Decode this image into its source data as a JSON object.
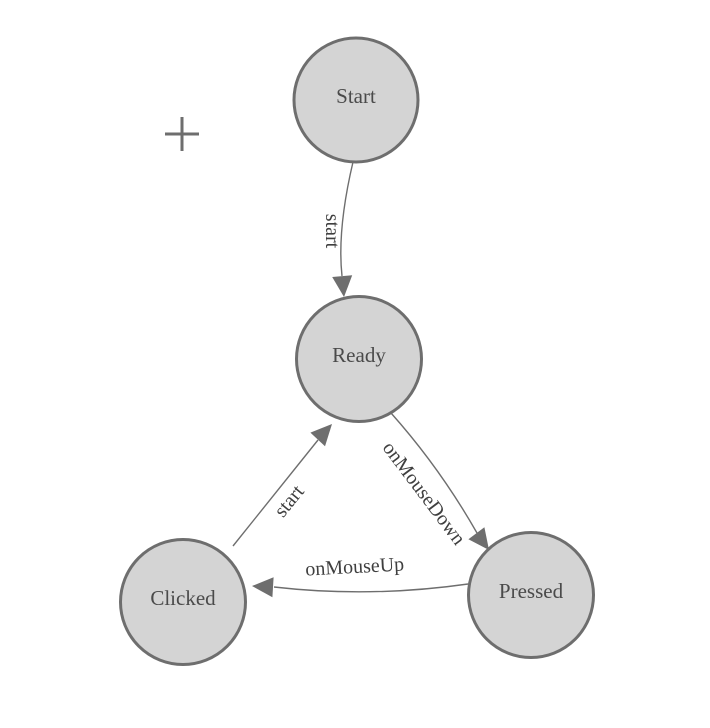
{
  "colors": {
    "canvas_bg": "#ffffff",
    "node_fill": "#d4d4d4",
    "node_stroke": "#6e6e6e",
    "node_label": "#4a4a4a",
    "edge": "#6e6e6e",
    "edge_label": "#3f3f3f",
    "crosshair": "#6e6e6e"
  },
  "nodes": [
    {
      "id": "start",
      "label": "Start"
    },
    {
      "id": "ready",
      "label": "Ready"
    },
    {
      "id": "clicked",
      "label": "Clicked"
    },
    {
      "id": "pressed",
      "label": "Pressed"
    }
  ],
  "edges": [
    {
      "from": "start",
      "to": "ready",
      "label": "start"
    },
    {
      "from": "ready",
      "to": "pressed",
      "label": "onMouseDown"
    },
    {
      "from": "pressed",
      "to": "clicked",
      "label": "onMouseUp"
    },
    {
      "from": "clicked",
      "to": "ready",
      "label": "start"
    }
  ],
  "icons": {
    "crosshair": "plus-crosshair"
  }
}
